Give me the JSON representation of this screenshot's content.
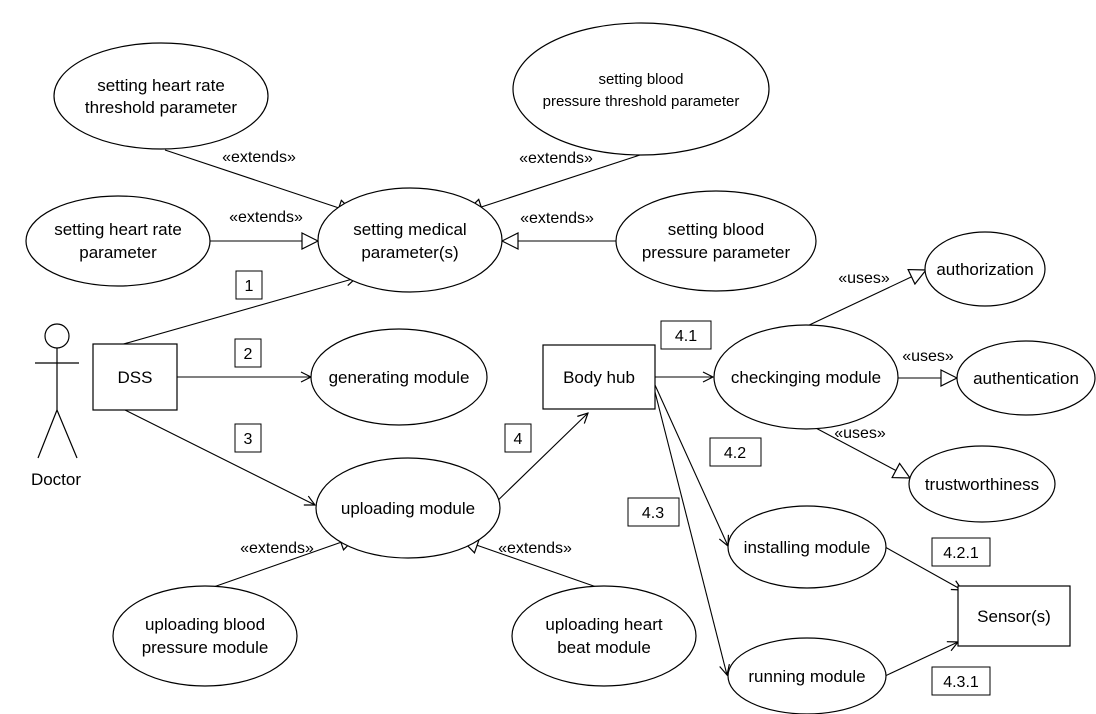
{
  "actor": {
    "label": "Doctor"
  },
  "use_cases": {
    "hr_threshold": [
      "setting heart rate",
      "threshold parameter"
    ],
    "bp_threshold": [
      "setting blood",
      "pressure threshold parameter"
    ],
    "hr_param": [
      "setting heart rate",
      "parameter"
    ],
    "medical_params": [
      "setting medical",
      "parameter(s)"
    ],
    "bp_param": [
      "setting blood",
      "pressure parameter"
    ],
    "generating": [
      "generating module"
    ],
    "uploading": [
      "uploading module"
    ],
    "upload_bp": [
      "uploading blood",
      "pressure module"
    ],
    "upload_hb": [
      "uploading heart",
      "beat module"
    ],
    "checking": [
      "checkinging module"
    ],
    "authorization": [
      "authorization"
    ],
    "authentication": [
      "authentication"
    ],
    "trustworthiness": [
      "trustworthiness"
    ],
    "installing": [
      "installing module"
    ],
    "running": [
      "running module"
    ]
  },
  "boxes": {
    "dss": "DSS",
    "body_hub": "Body hub",
    "sensors": "Sensor(s)"
  },
  "stereotypes": {
    "extends": "«extends»",
    "uses": "«uses»"
  },
  "step_numbers": {
    "s1": "1",
    "s2": "2",
    "s3": "3",
    "s4": "4",
    "s41": "4.1",
    "s42": "4.2",
    "s43": "4.3",
    "s421": "4.2.1",
    "s431": "4.3.1"
  }
}
